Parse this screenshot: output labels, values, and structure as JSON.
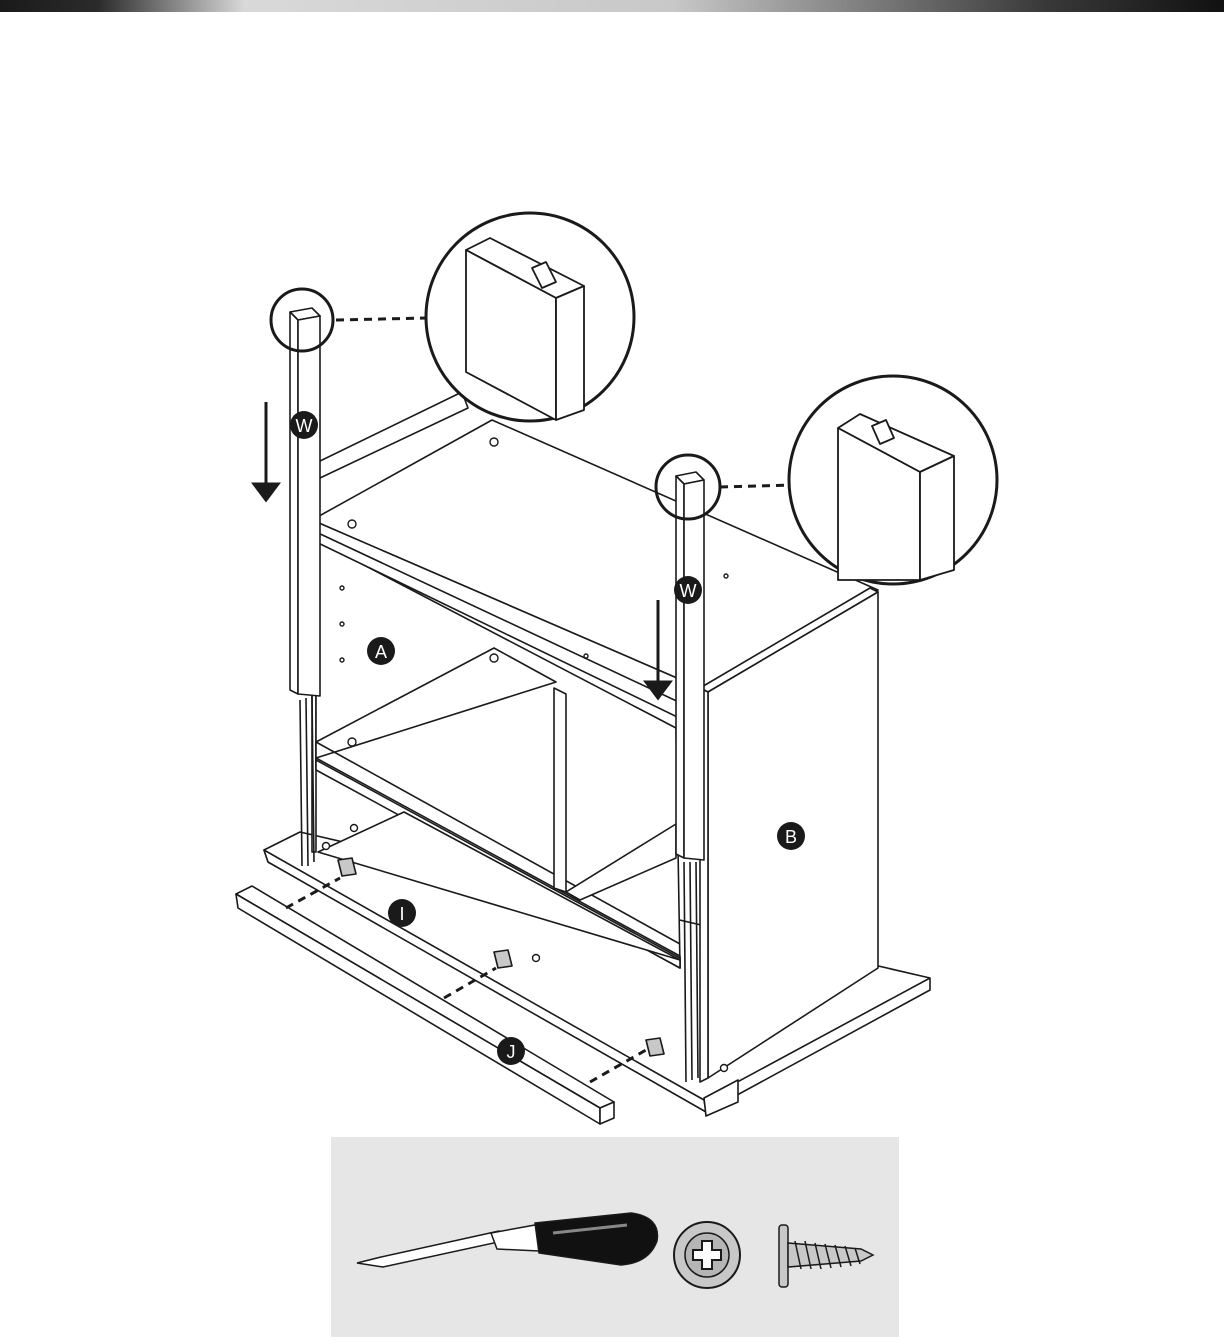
{
  "labels": {
    "part_w_left": "W",
    "part_w_right": "W",
    "part_a": "A",
    "part_b": "B",
    "part_i": "I",
    "part_j": "J"
  },
  "tools": {
    "screwdriver": "screwdriver-icon",
    "phillips_head": "phillips-head-icon",
    "screw": "screw-icon"
  },
  "colors": {
    "line": "#1a1a1a",
    "panel_bg": "#e6e6e6",
    "label_bg": "#1a1a1a",
    "label_text": "#ffffff",
    "bracket": "#c8c8c8"
  }
}
